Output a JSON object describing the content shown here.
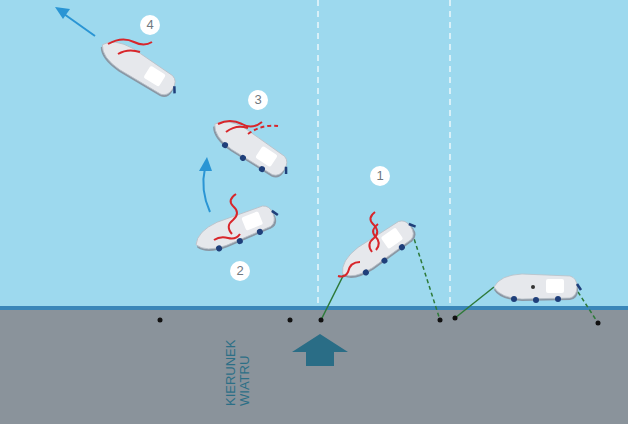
{
  "diagram": {
    "labels": [
      "4",
      "3",
      "1",
      "2",
      "KIERUNEK WIATRU"
    ]
  }
}
